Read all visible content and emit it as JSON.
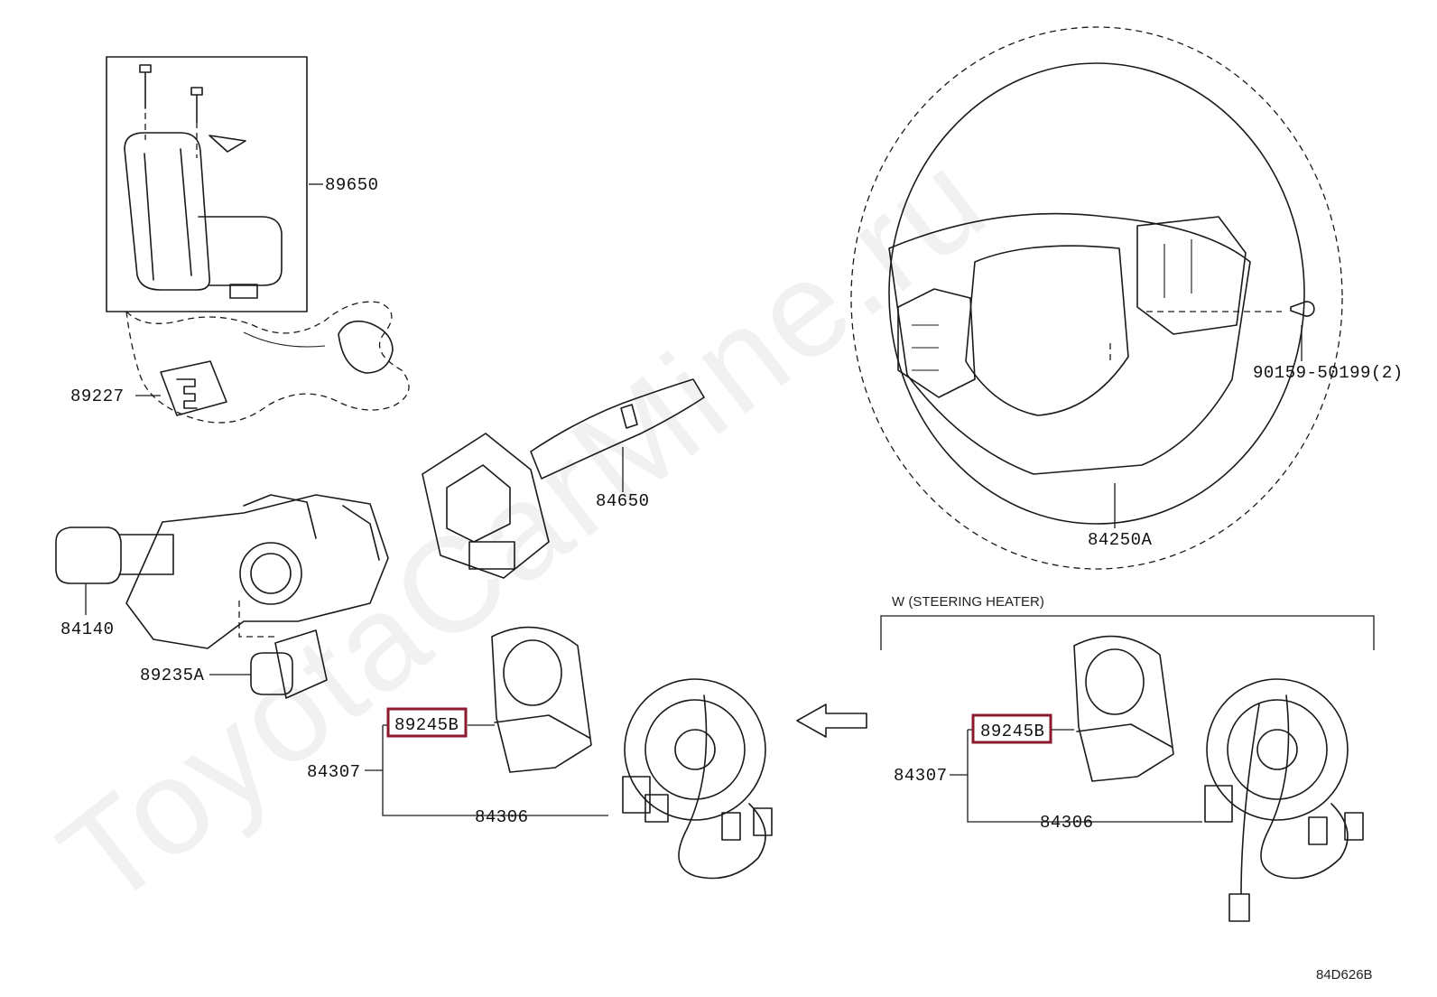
{
  "watermark": "ToyotaCarMine.ru",
  "diagram_code": "84D626B",
  "variant_note": "W (STEERING HEATER)",
  "labels": {
    "p89650": "89650",
    "p89227": "89227",
    "p84650": "84650",
    "p84140": "84140",
    "p89235A": "89235A",
    "p84250A": "84250A",
    "p90159": "90159-50199(2)",
    "p89245B_left": "89245B",
    "p84307_left": "84307",
    "p84306_left": "84306",
    "p89245B_right": "89245B",
    "p84307_right": "84307",
    "p84306_right": "84306"
  },
  "colors": {
    "highlight": "#8b1a2e",
    "line": "#1a1a1a",
    "watermark": "#d8d8d8"
  }
}
